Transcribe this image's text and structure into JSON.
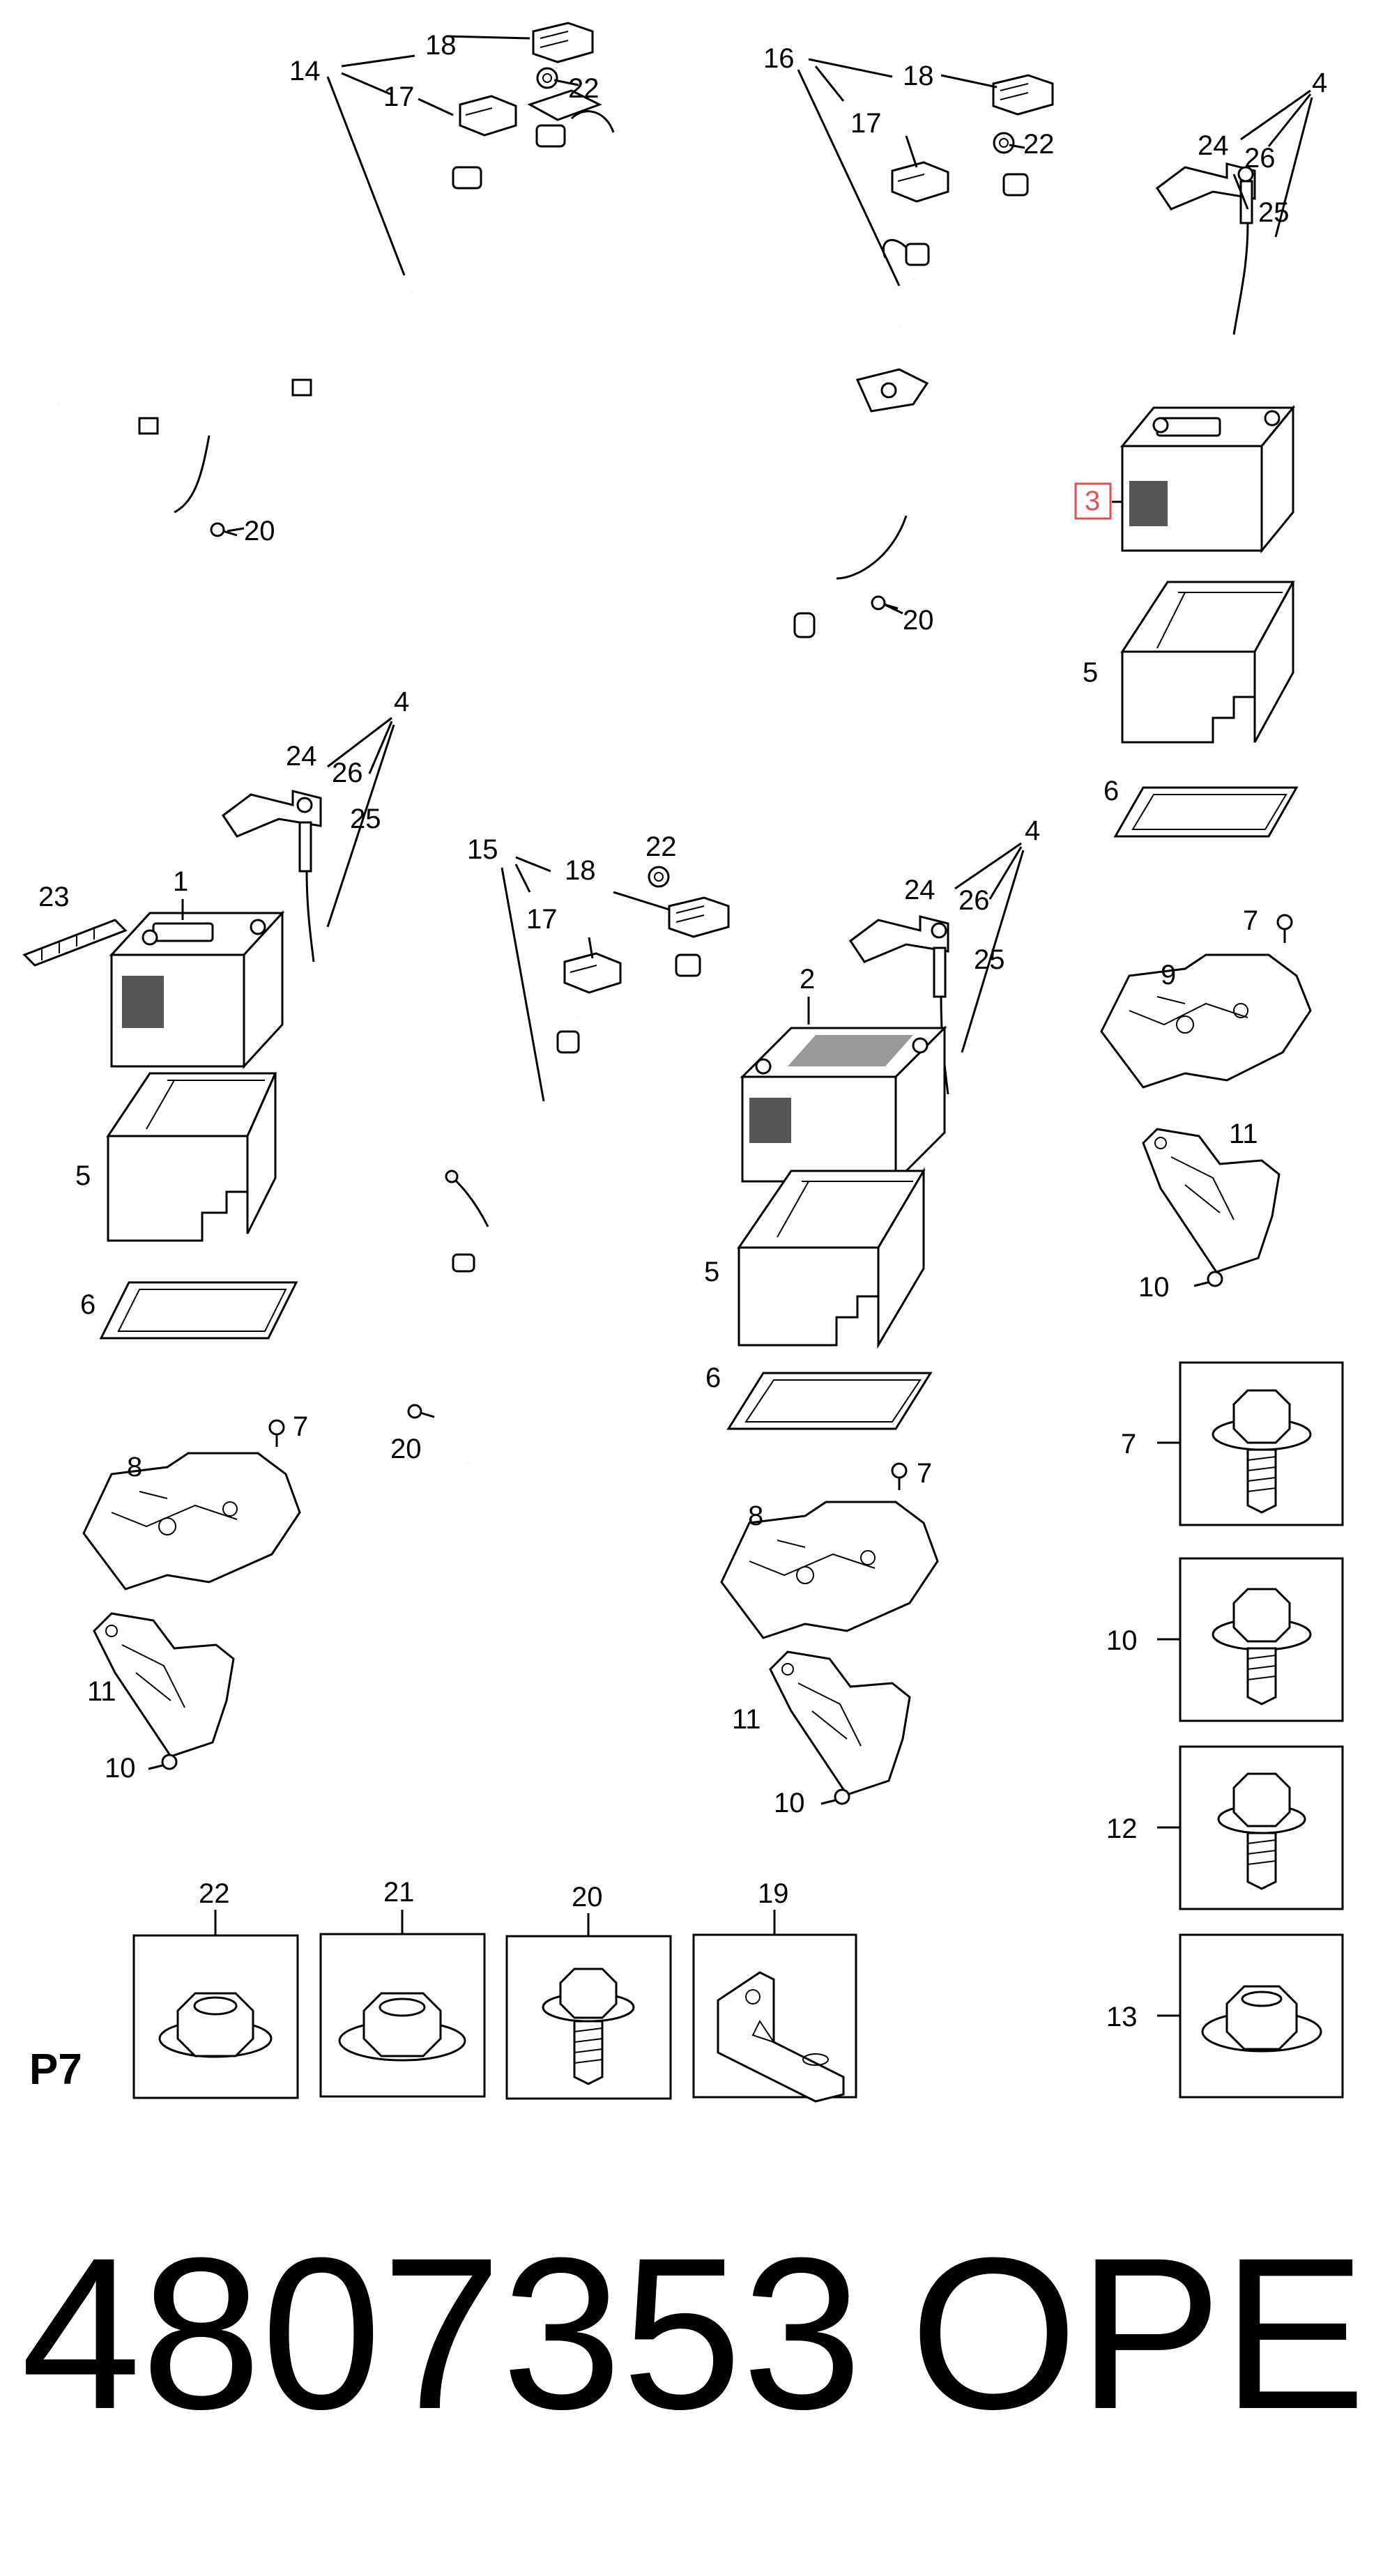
{
  "diagram": {
    "page_label": "P7",
    "part_number": "4807353",
    "brand": "OPEL",
    "highlighted_callout": "3",
    "highlight_color": "#e05050",
    "callouts": {
      "c1": "1",
      "c2": "2",
      "c3": "3",
      "c4": "4",
      "c5": "5",
      "c6": "6",
      "c7": "7",
      "c8": "8",
      "c9": "9",
      "c10": "10",
      "c11": "11",
      "c12": "12",
      "c13": "13",
      "c14": "14",
      "c15": "15",
      "c16": "16",
      "c17": "17",
      "c18": "18",
      "c19": "19",
      "c20": "20",
      "c21": "21",
      "c22": "22",
      "c23": "23",
      "c24": "24",
      "c25": "25",
      "c26": "26"
    },
    "fastener_boxes_bottom": [
      "22",
      "21",
      "20",
      "19"
    ],
    "fastener_boxes_right": [
      "7",
      "10",
      "12",
      "13"
    ]
  }
}
